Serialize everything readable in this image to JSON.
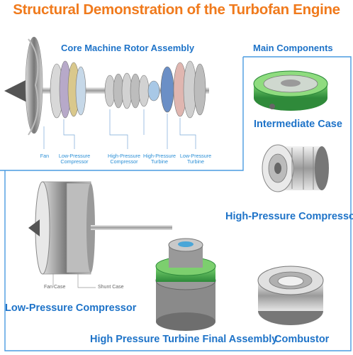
{
  "title": "Structural Demonstration of the Turbofan Engine",
  "sections": {
    "core_rotor": "Core Machine Rotor Assembly",
    "main_components": "Main Components",
    "intermediate_case": "Intermediate Case",
    "hp_compressor": "High-Pressure Compressor",
    "lp_compressor": "Low-Pressure Compressor",
    "hpt_final": "High Pressure Turbine Final Assembly",
    "combustor": "Combustor"
  },
  "rotor_labels": {
    "fan": "Fan",
    "lpc_1": "Low-Pressure",
    "lpc_2": "Compressor",
    "hpc_1": "High-Pressure",
    "hpc_2": "Compressor",
    "hpt_1": "High-Pressure",
    "hpt_2": "Turbine",
    "lpt_1": "Low-Pressure",
    "lpt_2": "Turbine"
  },
  "lpc_labels": {
    "fan_case": "Fan Case",
    "shunt_case": "Shunt Case"
  },
  "colors": {
    "title": "#f07a1c",
    "label_blue": "#1e73c8",
    "frame_blue": "#3a8fd8",
    "case_green": "#3db54a"
  }
}
